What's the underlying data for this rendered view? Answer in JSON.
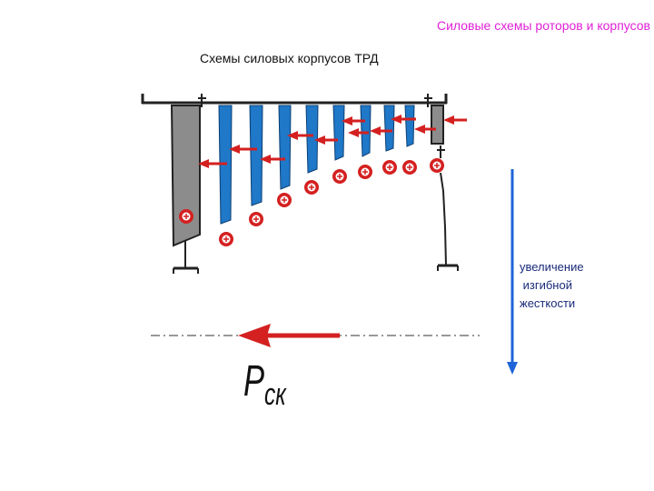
{
  "slide_title": "Силовые схемы роторов и корпусов",
  "diagram_title": "Схемы силовых корпусов ТРД",
  "side_label": [
    "увеличение",
    " изгибной",
    "жесткости"
  ],
  "force_label": {
    "main": "P",
    "sub": "ск"
  },
  "colors": {
    "title_magenta": "#e020d8",
    "blade_blue": "#1f78c8",
    "arrow_red": "#d42020",
    "casing_gray": "#8c8c8c",
    "axis_gray": "#777777",
    "stiffness_arrow_blue": "#1e64d8"
  },
  "icons": [
    "plus-circle-icon",
    "red-arrow-icon",
    "blue-arrow-icon"
  ]
}
